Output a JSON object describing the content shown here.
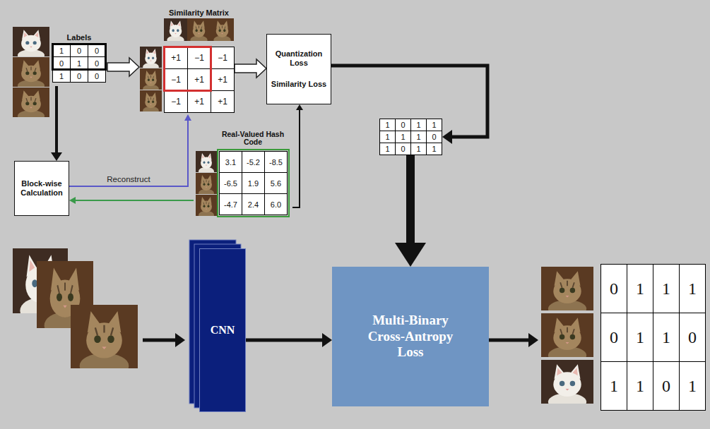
{
  "diagram": {
    "nodes": [
      {
        "text": [
          "Labels",
          "1",
          "0",
          "0",
          "0",
          "1",
          "0",
          "1",
          "0",
          "0"
        ]
      },
      {
        "text": [
          "Similarity Matrix",
          "+1",
          "−1",
          "−1",
          "−1",
          "+1",
          "+1",
          "−1",
          "+1",
          "+1"
        ]
      },
      {
        "text": [
          "Quantization Loss",
          "Similarity Loss"
        ]
      },
      {
        "text": [
          "1",
          "0",
          "1",
          "1",
          "1",
          "1",
          "1",
          "0",
          "1",
          "0",
          "1",
          "1"
        ]
      },
      {
        "text": [
          "Block-wise Calculation"
        ]
      },
      {
        "text": [
          "Real-Valued Hash Code",
          "3.1",
          "-5.2",
          "-8.5",
          "-6.5",
          "1.9",
          "5.6",
          "-4.7",
          "2.4",
          "6.0"
        ]
      },
      {
        "text": [
          "CNN"
        ]
      },
      {
        "text": [
          "Multi-Binary Cross-Antropy Loss"
        ]
      },
      {
        "text": [
          "0",
          "1",
          "1",
          "1",
          "0",
          "1",
          "1",
          "0",
          "1",
          "1",
          "0",
          "1"
        ]
      }
    ],
    "edges": [
      {
        "from": 0,
        "to": 1,
        "arrow": "to"
      },
      {
        "from": 1,
        "to": 2,
        "arrow": "to"
      },
      {
        "from": 2,
        "to": 3,
        "arrow": "to"
      },
      {
        "from": 0,
        "to": 4,
        "arrow": "to"
      },
      {
        "from": 4,
        "to": 1,
        "label": "Reconstruct",
        "arrow": "to"
      },
      {
        "from": 5,
        "to": 4,
        "arrow": "to"
      },
      {
        "from": 5,
        "to": 2,
        "arrow": "to"
      },
      {
        "from": 3,
        "to": 7,
        "arrow": "to"
      },
      {
        "from": 6,
        "to": 7,
        "arrow": "to"
      },
      {
        "from": 7,
        "to": 8,
        "arrow": "to"
      }
    ]
  }
}
